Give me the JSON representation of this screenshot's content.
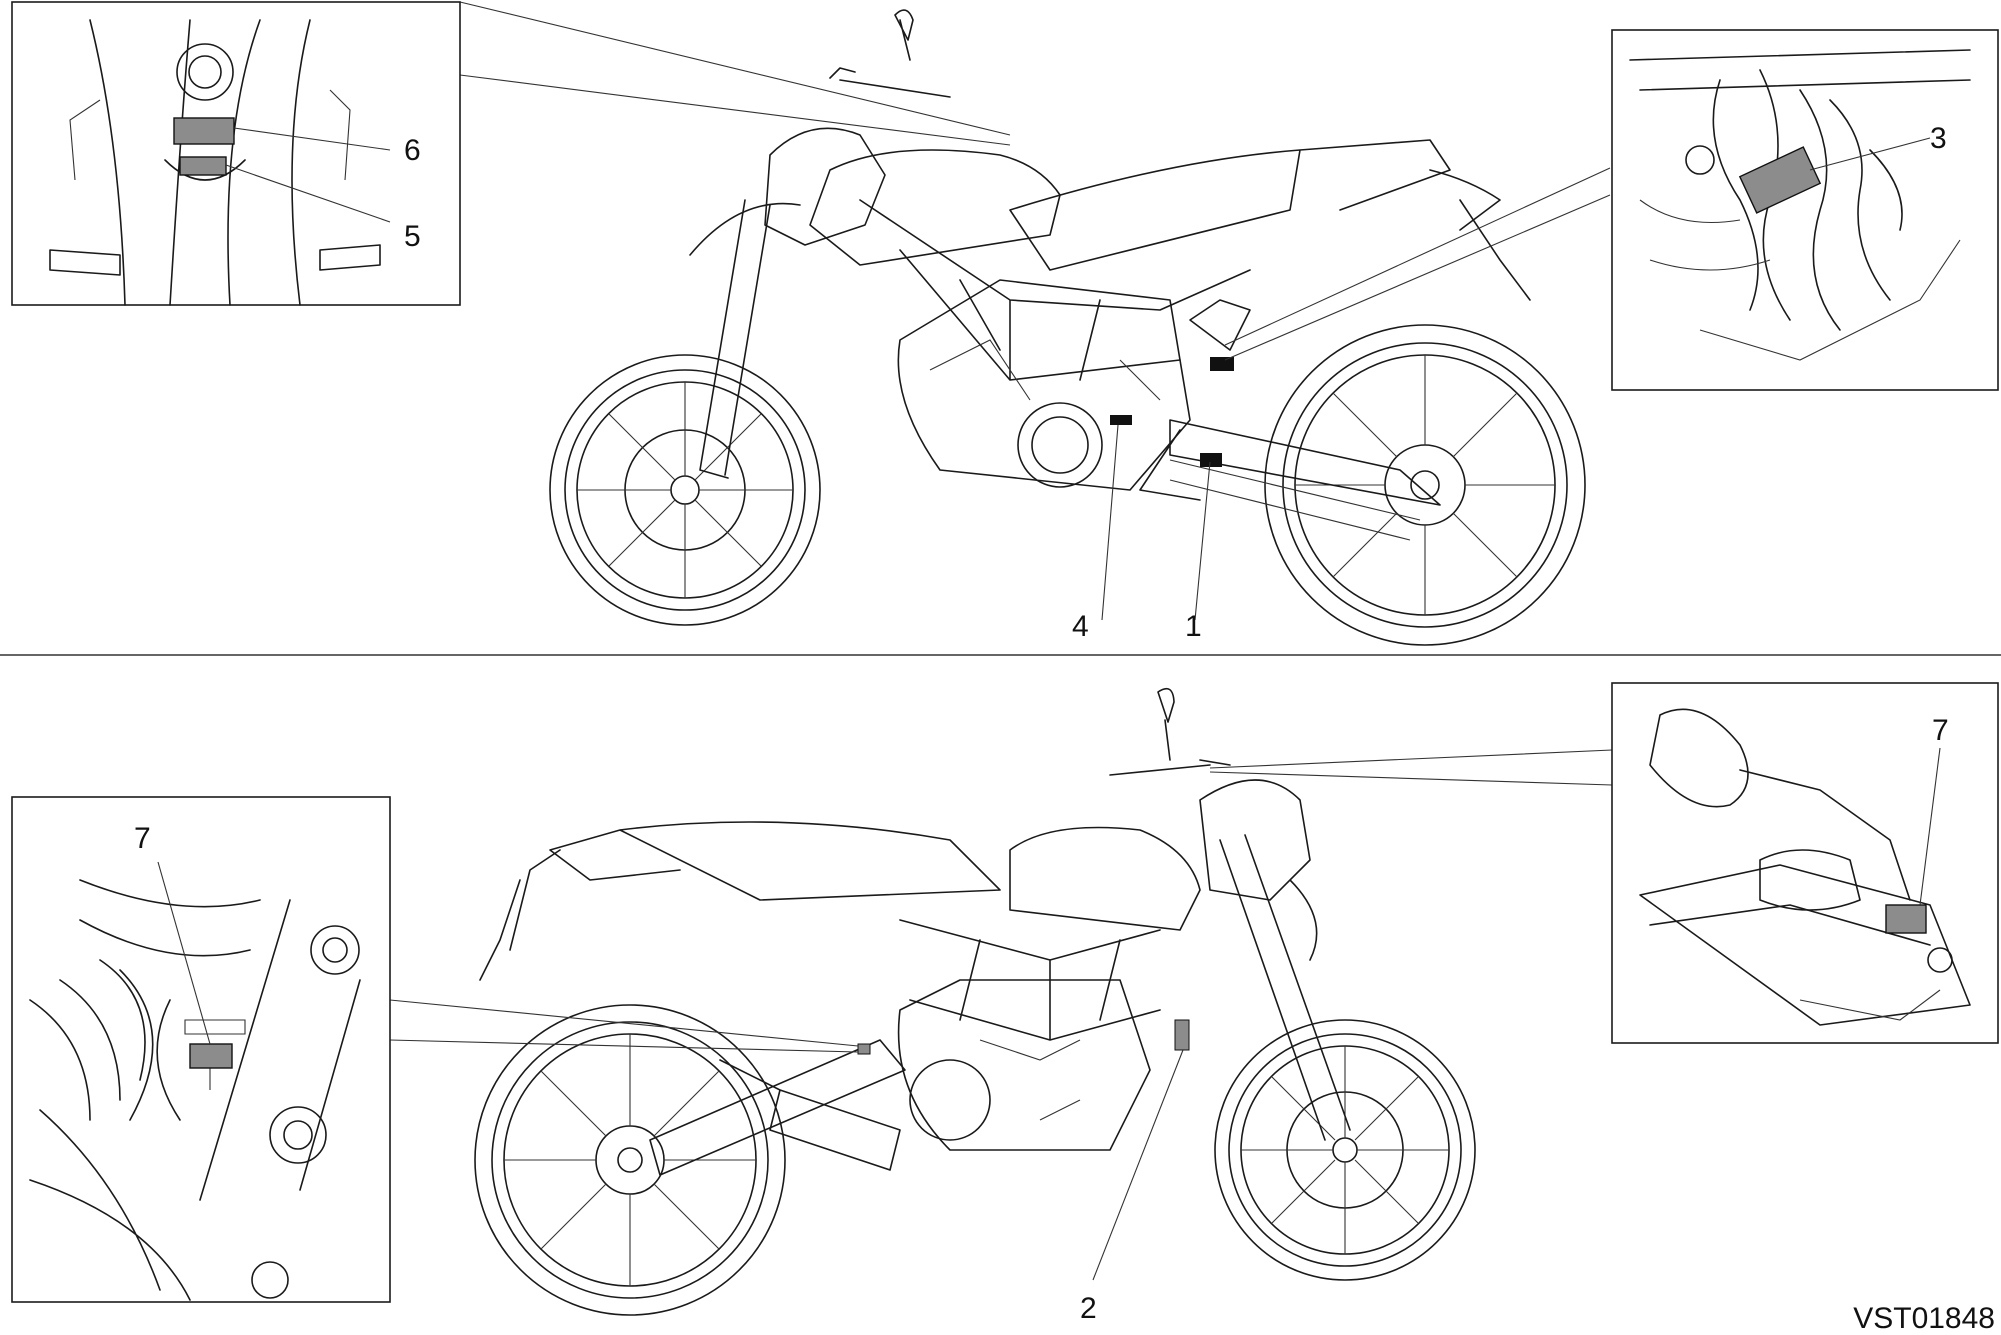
{
  "callouts": {
    "n1": "1",
    "n2": "2",
    "n3": "3",
    "n4": "4",
    "n5": "5",
    "n6": "6",
    "n7_inset_left": "7",
    "n7_inset_right": "7"
  },
  "figure_code": "VST01848",
  "colors": {
    "line": "#1a1a1a",
    "label_fill": "#8c8c8c",
    "background": "#ffffff"
  }
}
